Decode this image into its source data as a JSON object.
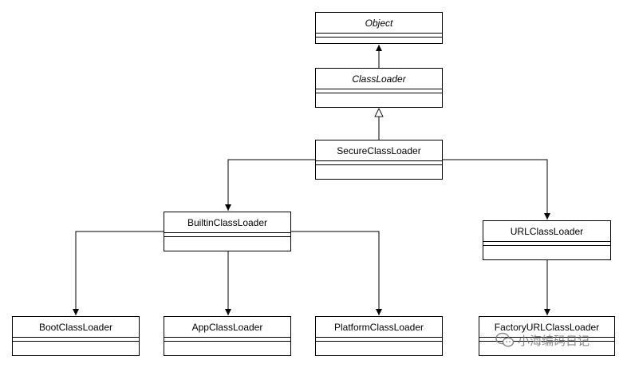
{
  "diagram": {
    "classes": {
      "object": "Object",
      "classloader": "ClassLoader",
      "secure": "SecureClassLoader",
      "builtin": "BuiltinClassLoader",
      "url": "URLClassLoader",
      "boot": "BootClassLoader",
      "app": "AppClassLoader",
      "platform": "PlatformClassLoader",
      "factory": "FactoryURLClassLoader"
    },
    "edges": [
      {
        "from": "ClassLoader",
        "to": "Object",
        "arrow": "filled"
      },
      {
        "from": "SecureClassLoader",
        "to": "ClassLoader",
        "arrow": "hollow-triangle"
      },
      {
        "from": "SecureClassLoader",
        "to": "BuiltinClassLoader",
        "arrow": "filled"
      },
      {
        "from": "SecureClassLoader",
        "to": "URLClassLoader",
        "arrow": "filled"
      },
      {
        "from": "BuiltinClassLoader",
        "to": "BootClassLoader",
        "arrow": "filled"
      },
      {
        "from": "BuiltinClassLoader",
        "to": "AppClassLoader",
        "arrow": "filled"
      },
      {
        "from": "BuiltinClassLoader",
        "to": "PlatformClassLoader",
        "arrow": "filled"
      },
      {
        "from": "URLClassLoader",
        "to": "FactoryURLClassLoader",
        "arrow": "filled"
      }
    ]
  },
  "watermark": {
    "text": "小海编码日记",
    "icon": "wechat-icon"
  },
  "colors": {
    "line": "#000000",
    "box_fill": "#ffffff",
    "watermark": "#787878"
  }
}
